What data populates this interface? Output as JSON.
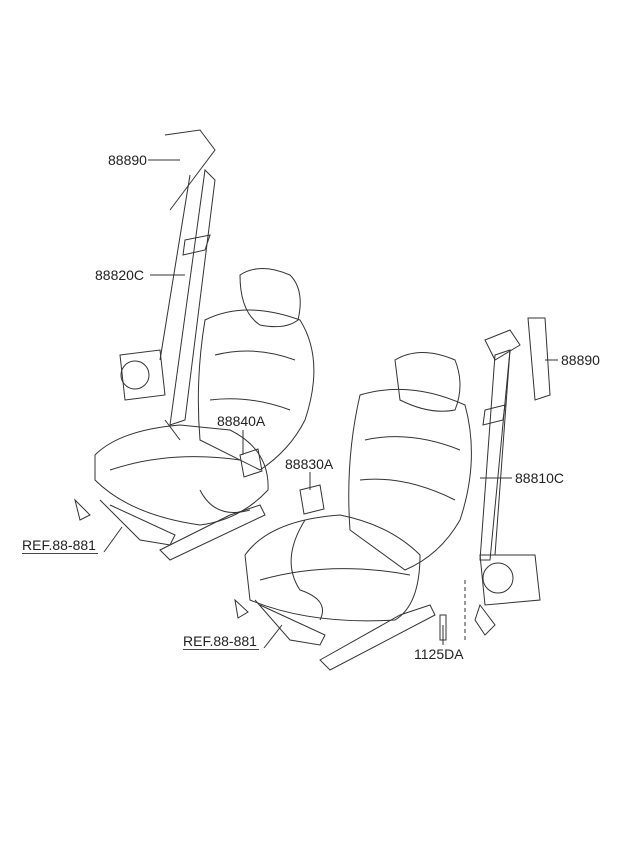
{
  "labels": {
    "upper_left_anchor": "88890",
    "left_belt": "88820C",
    "left_buckle": "88840A",
    "right_buckle": "88830A",
    "upper_right_anchor": "88890",
    "right_belt": "88810C",
    "bolt": "1125DA",
    "ref_left": "REF.88-881",
    "ref_right": "REF.88-881"
  }
}
